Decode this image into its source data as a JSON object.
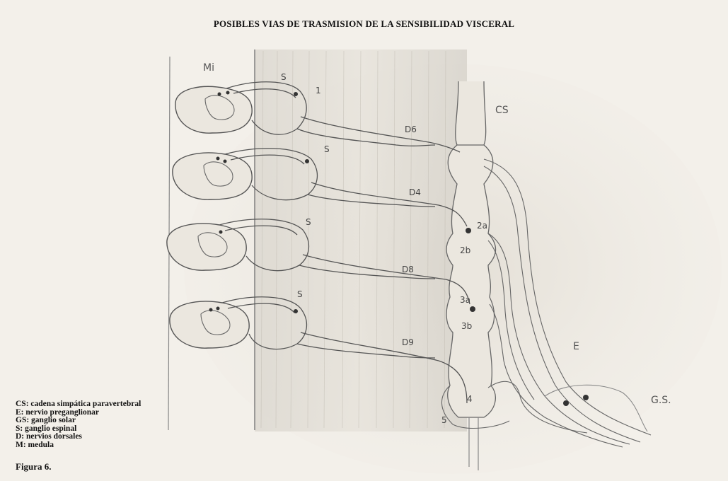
{
  "title": "POSIBLES VIAS DE TRASMISION DE LA SENSIBILIDAD VISCERAL",
  "labels": {
    "mi": "Mi",
    "cs": "CS",
    "s1": "S",
    "s2": "S",
    "s3": "S",
    "s4": "S",
    "n1": "1",
    "d6": "D6",
    "d4": "D4",
    "d8": "D8",
    "d9": "D9",
    "n2a": "2a",
    "n2b": "2b",
    "n3a": "3a",
    "n3b": "3b",
    "n4": "4",
    "n5": "5",
    "e": "E",
    "gs": "G.S."
  },
  "legend": [
    "CS: cadena simpática paravertebral",
    "E: nervio preganglionar",
    "GS: ganglio solar",
    "S:  ganglio espinal",
    "D: nervios dorsales",
    "M: medula"
  ],
  "caption": "Figura 6."
}
